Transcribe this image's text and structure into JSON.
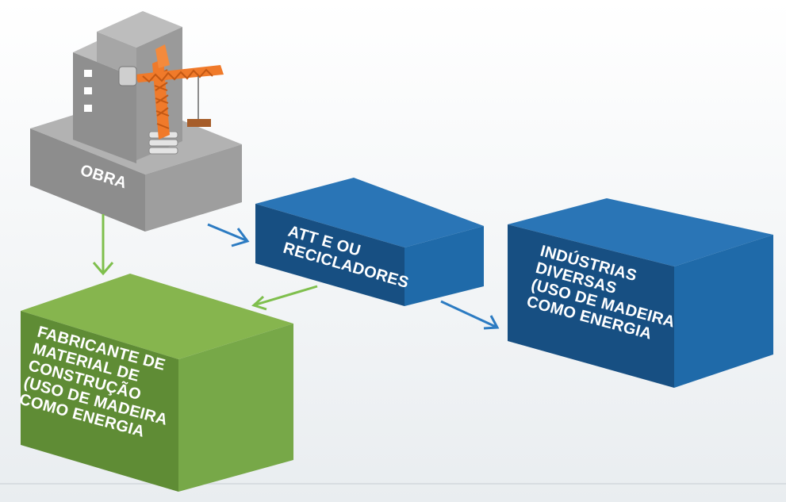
{
  "diagram": {
    "nodes": {
      "obra": {
        "lines": [
          "OBRA"
        ],
        "color": "#8c8c8c",
        "icon": "building-with-crane-icon"
      },
      "att": {
        "lines": [
          "ATT E OU",
          "RECICLADORES"
        ],
        "color": "#1b5e96"
      },
      "industrias": {
        "lines": [
          "INDÚSTRIAS",
          "DIVERSAS",
          "(USO DE MADEIRA",
          "COMO ENERGIA"
        ],
        "color": "#1b5e96"
      },
      "fabricante": {
        "lines": [
          "FABRICANTE DE",
          "MATERIAL DE",
          "CONSTRUÇÃO",
          "(USO DE MADEIRA",
          "COMO ENERGIA"
        ],
        "color": "#6f9b3f"
      }
    },
    "arrows": [
      {
        "from": "obra",
        "to": "att",
        "color": "#2c7bc2"
      },
      {
        "from": "obra",
        "to": "fabricante",
        "color": "#7fbf4d"
      },
      {
        "from": "att",
        "to": "fabricante",
        "color": "#7fbf4d"
      },
      {
        "from": "att",
        "to": "industrias",
        "color": "#2c7bc2"
      }
    ]
  }
}
